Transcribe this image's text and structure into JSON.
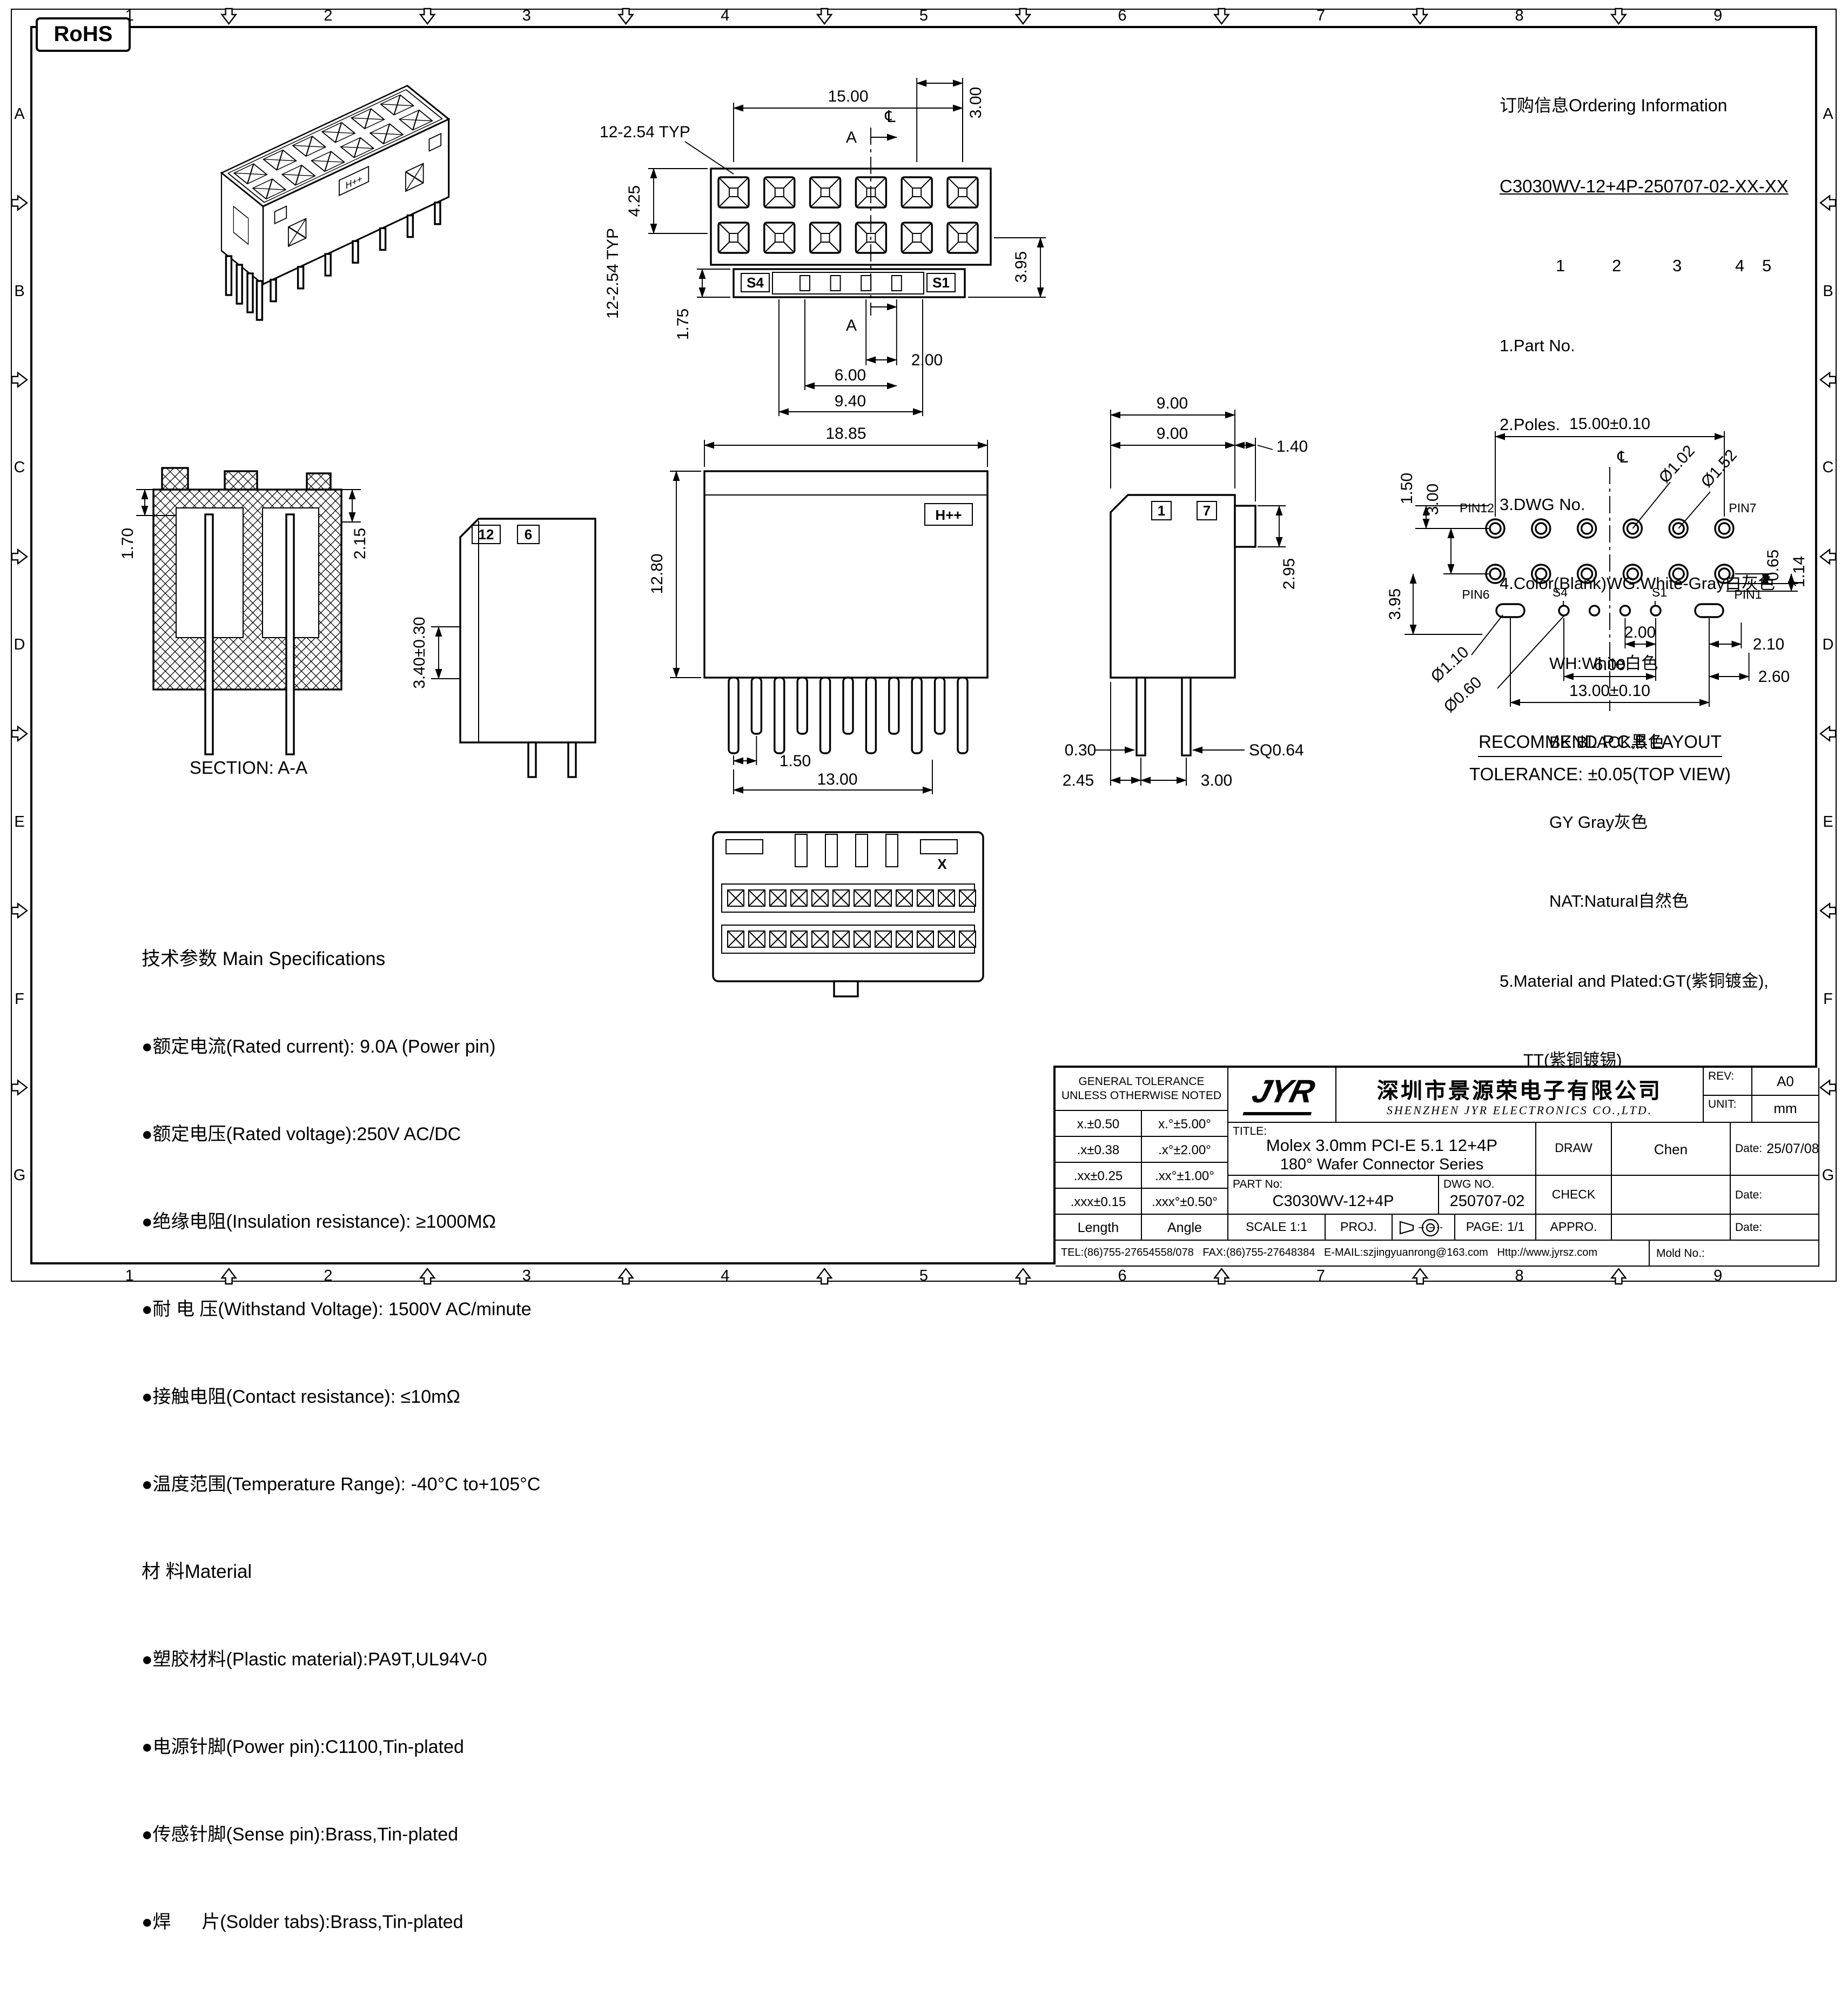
{
  "page": {
    "rohs": "RoHS",
    "grid_cols": [
      "1",
      "2",
      "3",
      "4",
      "5",
      "6",
      "7",
      "8",
      "9"
    ],
    "grid_rows": [
      "A",
      "B",
      "C",
      "D",
      "E",
      "F",
      "G"
    ]
  },
  "ordering": {
    "title": "订购信息Ordering Information",
    "part_code": "C3030WV-12+4P-250707-02-XX-XX",
    "positions": [
      "1",
      "2",
      "3",
      "4",
      "5"
    ],
    "notes": [
      "1.Part No.",
      "2.Poles.",
      "3.DWG No.",
      "4.Color(Blank)WG:White-Gray白灰色",
      "WH:White白色",
      "BK:BLACK黑色",
      "GY Gray灰色",
      "NAT:Natural自然色",
      "5.Material and Plated:GT(紫铜镀金),",
      "TT(紫铜镀锡)"
    ]
  },
  "specs": {
    "title": "技术参数 Main Specifications",
    "items": [
      "●额定电流(Rated current): 9.0A (Power pin)",
      "●额定电压(Rated voltage):250V AC/DC",
      "●绝缘电阻(Insulation resistance): ≥1000MΩ",
      "●耐 电 压(Withstand Voltage): 1500V AC/minute",
      "●接触电阻(Contact resistance): ≤10mΩ",
      "●温度范围(Temperature Range): -40°C to+105°C"
    ],
    "material_title": "材 料Material",
    "material_items": [
      "●塑胶材料(Plastic material):PA9T,UL94V-0",
      "●电源针脚(Power pin):C1100,Tin-plated",
      "●传感针脚(Sense pin):Brass,Tin-plated",
      "●焊      片(Solder tabs):Brass,Tin-plated"
    ]
  },
  "views": {
    "front_top": {
      "dim_width": "15.00",
      "dim_pitch": "12-2.54 TYP",
      "dim_pitch_v": "12-2.54 TYP",
      "dim_row": "3.00",
      "dim_h1": "3.95",
      "dim_h2": "4.25",
      "dim_h3": "1.75",
      "dim_b1": "2.00",
      "dim_b2": "6.00",
      "dim_b3": "9.40",
      "label_s4": "S4",
      "label_s1": "S1",
      "section_label": "A",
      "centerline": "℄"
    },
    "section": {
      "title": "SECTION: A-A",
      "dim1": "1.70",
      "dim2": "2.15"
    },
    "side_left": {
      "pin_a": "12",
      "pin_b": "6",
      "dim": "3.40±0.30"
    },
    "front_mid": {
      "dim_w": "18.85",
      "dim_h": "12.80",
      "dim_pin": "1.50",
      "dim_span": "13.00",
      "marking": "H++"
    },
    "side_right": {
      "pin_a": "1",
      "pin_b": "7",
      "dim_w1": "9.00",
      "dim_w2": "9.00",
      "dim_t": "1.40",
      "dim_h": "2.95",
      "dim_p1": "0.30",
      "dim_sq": "SQ0.64",
      "dim_p2": "2.45",
      "dim_p3": "3.00"
    },
    "pcb": {
      "dim_w": "15.00±0.10",
      "centerline": "℄",
      "dia1": "Ø1.02",
      "dia2": "Ø1.52",
      "dia3": "Ø1.10",
      "dia4": "Ø0.60",
      "dim_v1": "1.50",
      "dim_v2": "3.00",
      "dim_v3": "3.95",
      "pin12": "PIN12",
      "pin7": "PIN7",
      "pin6": "PIN6",
      "pin1": "PIN1",
      "s4": "S4",
      "s1": "S1",
      "dim_r1": "0.65",
      "dim_r2": "1.14",
      "dim_b1": "2.00",
      "dim_b2": "2.10",
      "dim_b3": "2.60",
      "dim_b4": "6.00",
      "dim_b5": "13.00±0.10",
      "note1": "RECOMMEND P.C.B LAYOUT",
      "note2": "TOLERANCE: ±0.05(TOP VIEW)"
    },
    "bottom": {
      "marking": "X"
    }
  },
  "titleblock": {
    "tolerance": {
      "header1": "GENERAL TOLERANCE",
      "header2": "UNLESS OTHERWISE NOTED",
      "rows": [
        [
          "x.±0.50",
          "x.°±5.00°"
        ],
        [
          ".x±0.38",
          ".x°±2.00°"
        ],
        [
          ".xx±0.25",
          ".xx°±1.00°"
        ],
        [
          ".xxx±0.15",
          ".xxx°±0.50°"
        ]
      ],
      "footer": [
        "Length",
        "Angle"
      ]
    },
    "logo": "JYR",
    "company_cn": "深圳市景源荣电子有限公司",
    "company_en": "SHENZHEN JYR ELECTRONICS CO.,LTD.",
    "rev_label": "REV:",
    "rev": "A0",
    "unit_label": "UNIT:",
    "unit": "mm",
    "title_label": "TITLE:",
    "title_line1": "Molex 3.0mm PCI-E 5.1 12+4P",
    "title_line2": "180° Wafer Connector Series",
    "draw_label": "DRAW",
    "draw_name": "Chen",
    "date_label": "Date:",
    "draw_date": "25/07/08",
    "part_label": "PART No:",
    "part_no": "C3030WV-12+4P",
    "dwg_label": "DWG NO.",
    "dwg_no": "250707-02",
    "check_label": "CHECK",
    "appro_label": "APPRO.",
    "scale": "SCALE 1:1",
    "proj": "PROJ.",
    "page_label": "PAGE:",
    "page": "1/1",
    "contact": "TEL:(86)755-27654558/078   FAX:(86)755-27648384   E-MAIL:szjingyuanrong@163.com   Http://www.jyrsz.com",
    "mold": "Mold No.:"
  }
}
